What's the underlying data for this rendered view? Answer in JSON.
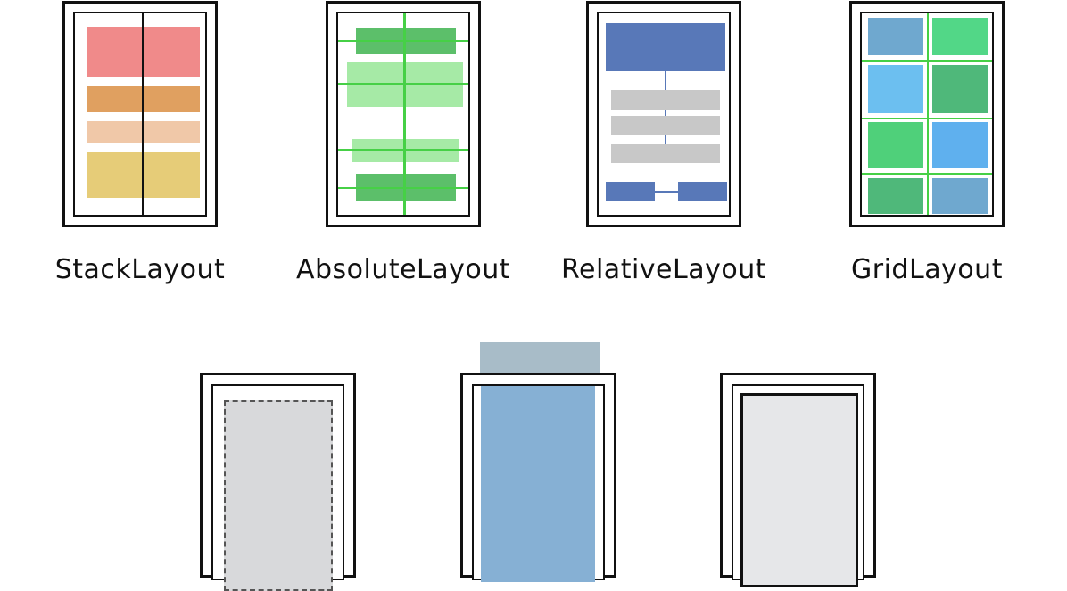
{
  "layouts": [
    {
      "label": "StackLayout"
    },
    {
      "label": "AbsoluteLayout"
    },
    {
      "label": "RelativeLayout"
    },
    {
      "label": "GridLayout"
    }
  ],
  "colors": {
    "stack": [
      "#f08a8a",
      "#e0a060",
      "#f0c8a8",
      "#e6cc78"
    ],
    "absolute": [
      "#5cbf6a",
      "#a6eaa6",
      "#46d046"
    ],
    "relative": [
      "#5878b8",
      "#c8c8c8"
    ],
    "grid": [
      "#6fa8cf",
      "#52d787",
      "#6cbff0",
      "#4fb87a",
      "#4fd07a",
      "#5fb0ee"
    ],
    "bottom": [
      "#d8d9db",
      "#86b0d4",
      "#a8bcc8",
      "#e6e7e9"
    ]
  }
}
